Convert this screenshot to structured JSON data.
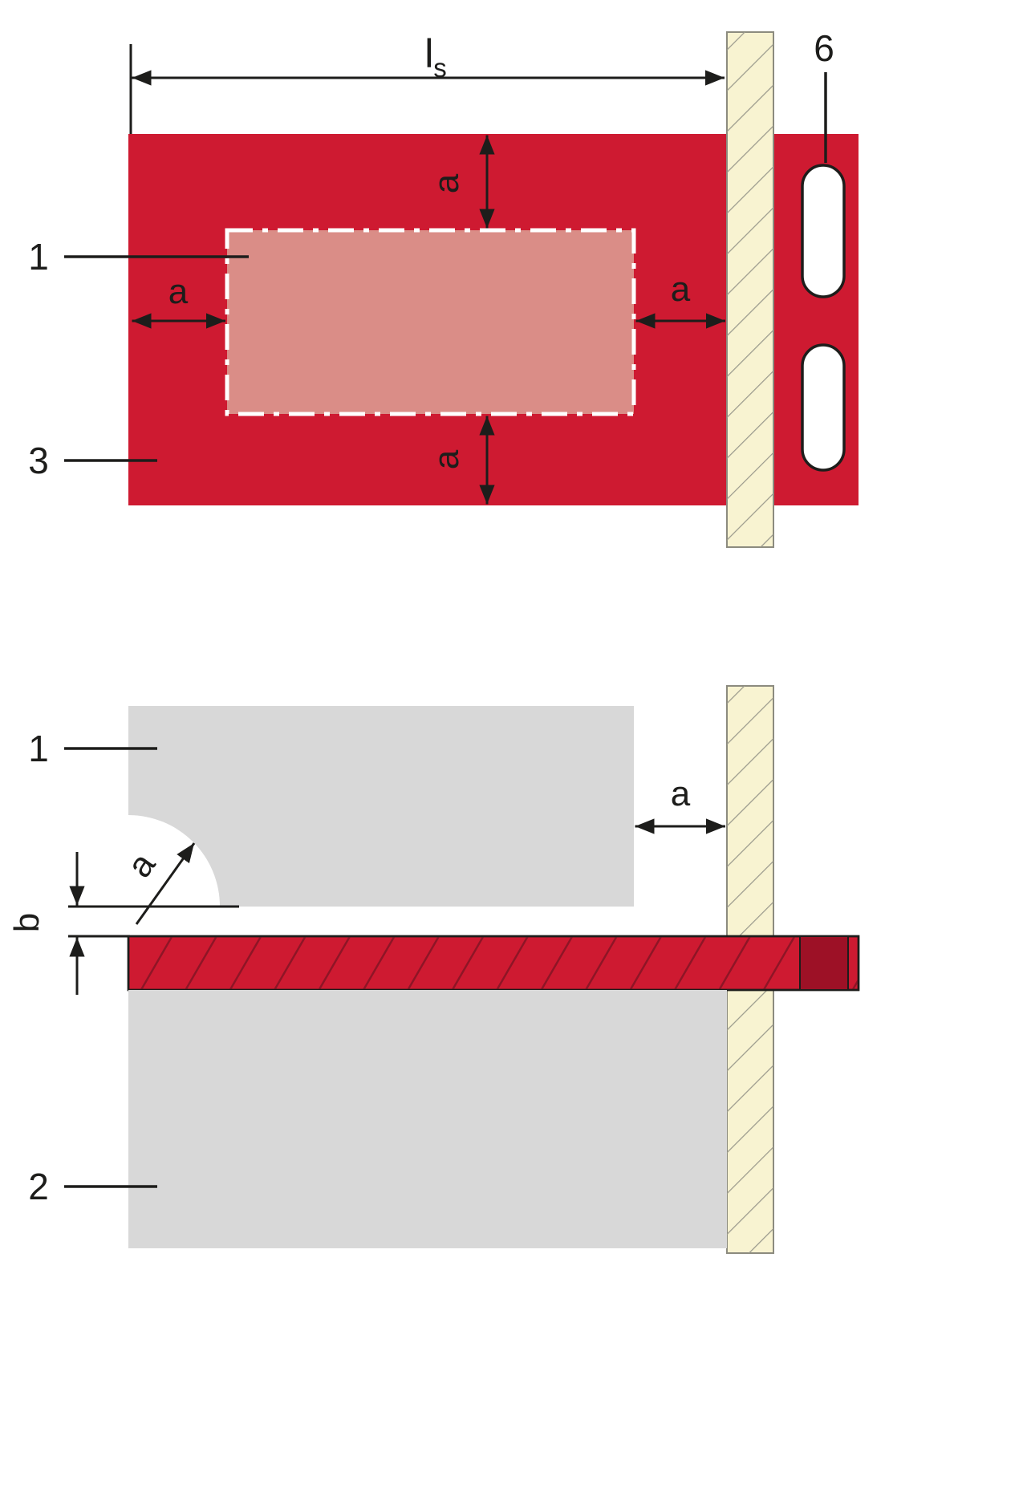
{
  "figure": {
    "kind": "technical-installation-diagram",
    "colors": {
      "panel_red": "#ce1a31",
      "inlay_pink": "#da8d87",
      "bar_hatch_red": "#8e1526",
      "bar_end_dark_red": "#9d1126",
      "slab_gray": "#d8d8d8",
      "wall_cream": "#f8f3d1",
      "wall_hatch_gray": "#9b9a8d",
      "ink": "#1d1d1b",
      "white": "#ffffff"
    },
    "top_view": {
      "callouts": {
        "inlay": "1",
        "panel": "3",
        "slots": "6"
      },
      "dims": {
        "length_main": "l",
        "length_sub": "s",
        "edge_top": "a",
        "edge_left": "a",
        "edge_right": "a",
        "edge_bottom": "a"
      }
    },
    "section_view": {
      "callouts": {
        "upper_slab": "1",
        "lower_slab": "2"
      },
      "dims": {
        "wall_gap": "a",
        "notch_radius": "a",
        "joint_depth": "b"
      }
    }
  }
}
